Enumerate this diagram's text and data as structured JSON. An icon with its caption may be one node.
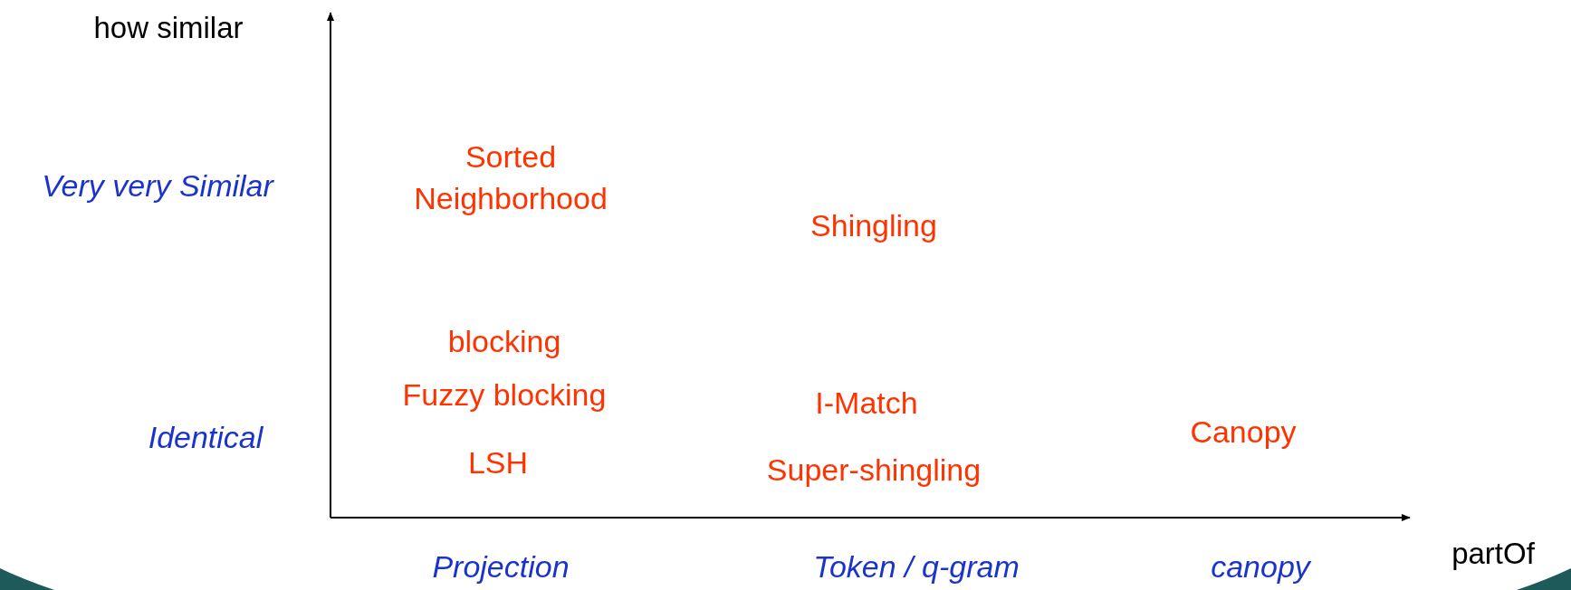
{
  "diagram": {
    "labels": [
      "how similar",
      "Sorted Neighborhood",
      "Very very Similar",
      "Shingling",
      "blocking",
      "Fuzzy blocking",
      "I-Match",
      "Identical",
      "Canopy",
      "LSH",
      "Super-shingling",
      "partOf",
      "Projection",
      "Token / q-gram",
      "canopy"
    ]
  }
}
